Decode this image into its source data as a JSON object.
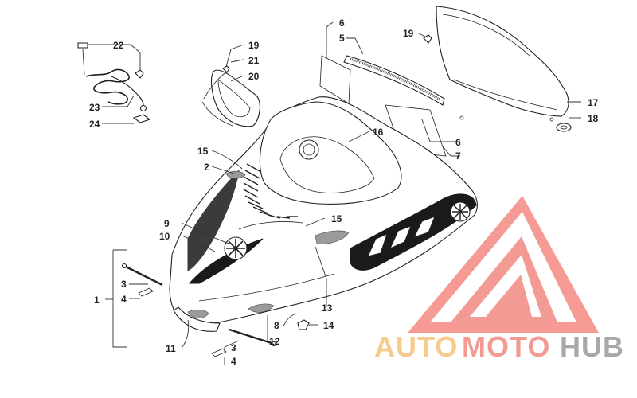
{
  "callouts": {
    "c1": "1",
    "c2": "2",
    "c3a": "3",
    "c3b": "3",
    "c4a": "4",
    "c4b": "4",
    "c5": "5",
    "c6a": "6",
    "c6b": "6",
    "c7": "7",
    "c8": "8",
    "c9": "9",
    "c10": "10",
    "c11": "11",
    "c12": "12",
    "c13": "13",
    "c14": "14",
    "c15a": "15",
    "c15b": "15",
    "c16": "16",
    "c17": "17",
    "c18": "18",
    "c19a": "19",
    "c19b": "19",
    "c20": "20",
    "c21": "21",
    "c22": "22",
    "c23": "23",
    "c24": "24"
  },
  "watermark": {
    "text_auto": "AUTO",
    "text_moto": "MOTO",
    "text_hub": "HUB",
    "color_auto": "#f5c27a",
    "color_moto": "#f08a80",
    "color_hub": "#9a9a9a",
    "color_triangle": "#f06060"
  }
}
